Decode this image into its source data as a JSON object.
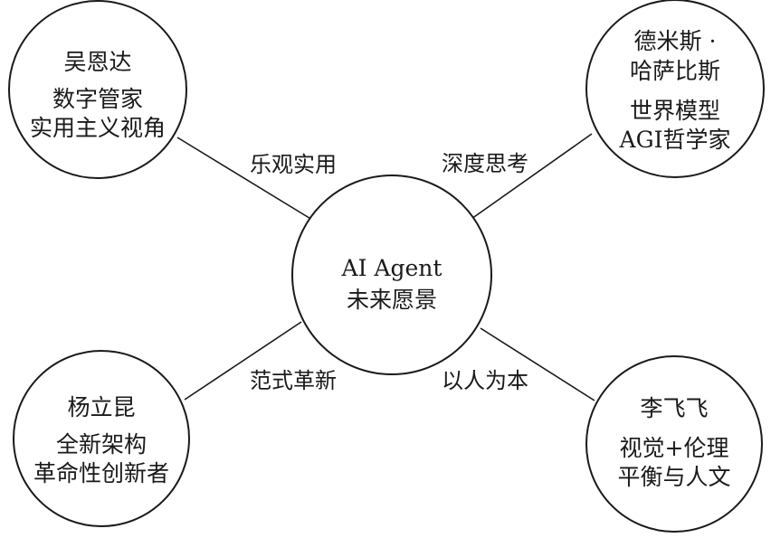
{
  "colors": {
    "stroke": "#1a1a1a",
    "background": "#ffffff",
    "text": "#1a1a1a"
  },
  "center": {
    "line1": "AI Agent",
    "line2": "未来愿景"
  },
  "top_left": {
    "name": "吴恩达",
    "desc1": "数字管家",
    "desc2": "实用主义视角",
    "edge_label": "乐观实用"
  },
  "top_right": {
    "name1": "德米斯 ·",
    "name2": "哈萨比斯",
    "desc1": "世界模型",
    "desc2": "AGI哲学家",
    "edge_label": "深度思考"
  },
  "bottom_left": {
    "name": "杨立昆",
    "desc1": "全新架构",
    "desc2": "革命性创新者",
    "edge_label": "范式革新"
  },
  "bottom_right": {
    "name": "李飞飞",
    "desc1": "视觉+伦理",
    "desc2": "平衡与人文",
    "edge_label": "以人为本"
  }
}
